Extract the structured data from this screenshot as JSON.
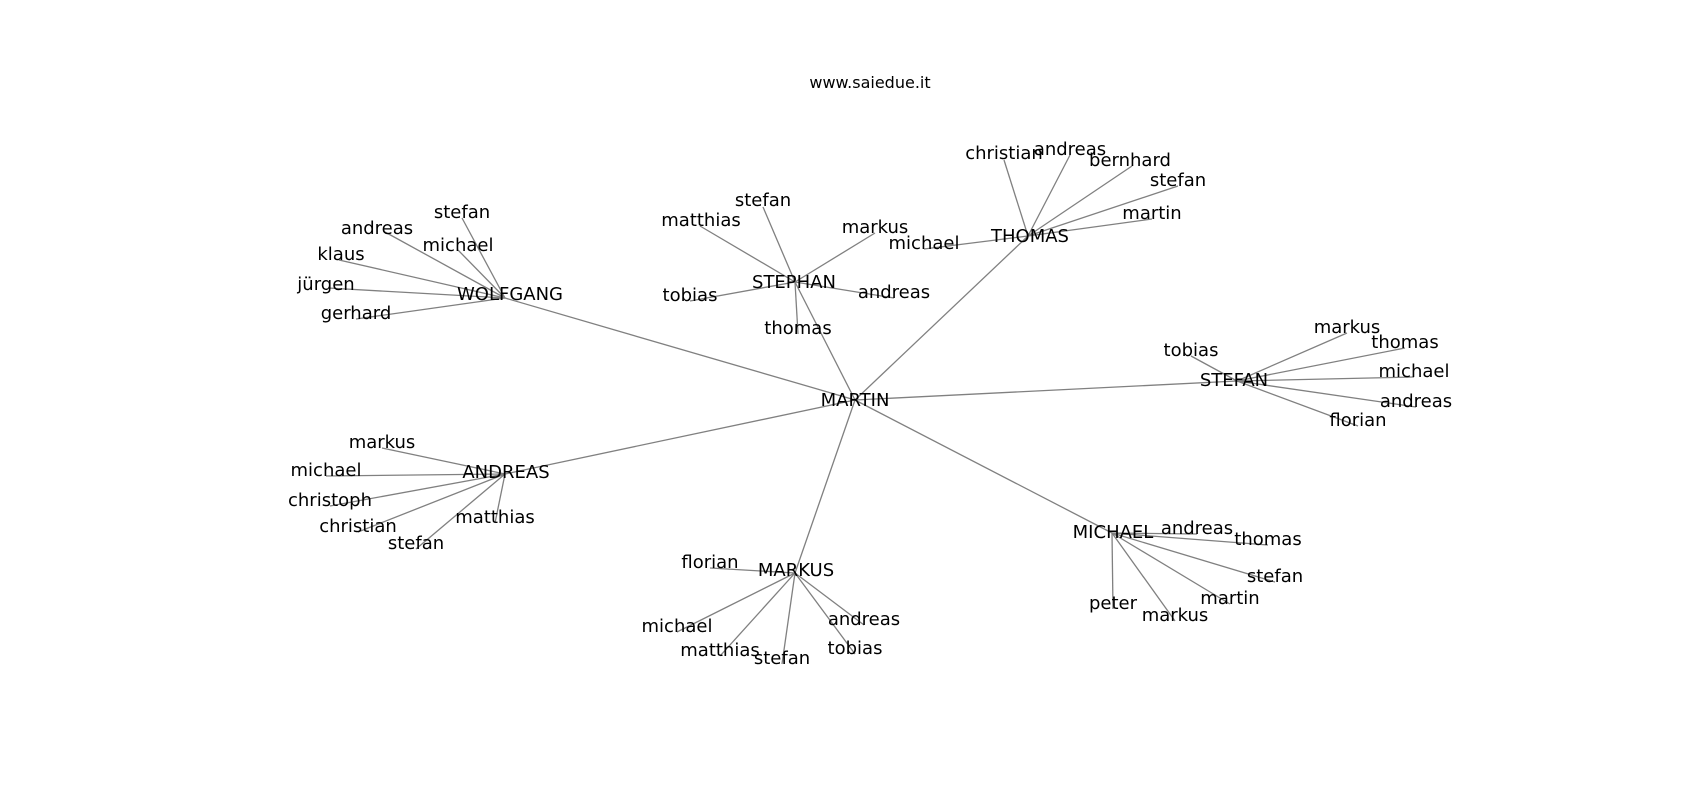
{
  "site": "www.saiedue.it",
  "graph": {
    "root": "MARTIN",
    "hubs": [
      {
        "id": "WOLFGANG",
        "label": "WOLFGANG",
        "children": [
          "stefan",
          "andreas",
          "michael",
          "klaus",
          "jürgen",
          "gerhard"
        ]
      },
      {
        "id": "STEPHAN",
        "label": "STEPHAN",
        "children": [
          "stefan",
          "matthias",
          "markus",
          "tobias",
          "andreas",
          "thomas"
        ]
      },
      {
        "id": "THOMAS",
        "label": "THOMAS",
        "children": [
          "christian",
          "andreas",
          "bernhard",
          "stefan",
          "martin",
          "michael"
        ]
      },
      {
        "id": "STEFAN",
        "label": "STEFAN",
        "children": [
          "tobias",
          "markus",
          "thomas",
          "michael",
          "andreas",
          "florian"
        ]
      },
      {
        "id": "ANDREAS",
        "label": "ANDREAS",
        "children": [
          "markus",
          "michael",
          "christoph",
          "christian",
          "stefan",
          "matthias"
        ]
      },
      {
        "id": "MARKUS",
        "label": "MARKUS",
        "children": [
          "florian",
          "michael",
          "matthias",
          "stefan",
          "andreas",
          "tobias"
        ]
      },
      {
        "id": "MICHAEL",
        "label": "MICHAEL",
        "children": [
          "andreas",
          "thomas",
          "stefan",
          "martin",
          "markus",
          "peter"
        ]
      }
    ]
  }
}
